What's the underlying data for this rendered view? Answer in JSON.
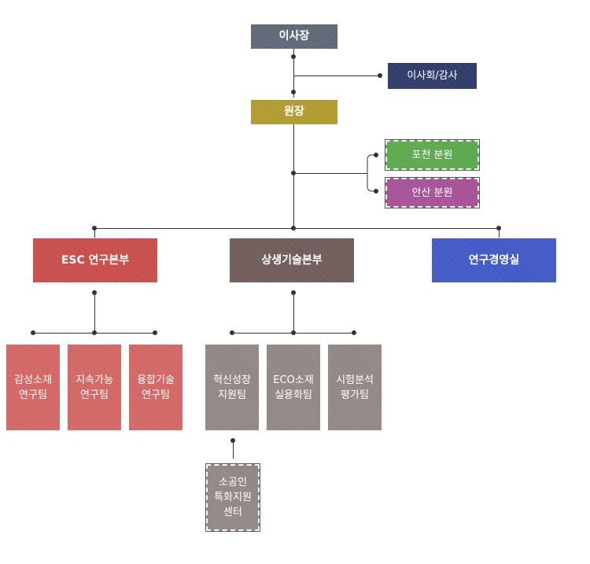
{
  "top": {
    "chairman": "이사장",
    "board": "이사회/감사",
    "president": "원장"
  },
  "branches": {
    "pohang": "포천 분원",
    "ansan": "안산 분원"
  },
  "divisions": {
    "esc": "ESC 연구본부",
    "sangsaeng": "상생기술본부",
    "management": "연구경영실"
  },
  "teams": {
    "esc": [
      "감성소재\n연구팀",
      "지속가능\n연구팀",
      "융합기술\n연구팀"
    ],
    "sangsaeng": [
      "혁신성장\n지원팀",
      "ECO소재\n실용화팀",
      "시험분석\n평가팀"
    ]
  },
  "center": "소공인\n특화지원\n센터",
  "colors": {
    "chairman": "#5c6474",
    "board": "#2a3766",
    "president": "#b0982a",
    "pohang": "#5aa64a",
    "ansan": "#a44e95",
    "esc": "#c84a48",
    "sangsaeng": "#6b5a58",
    "management": "#3e55c4",
    "esc_team": "#d16462",
    "sangsaeng_team": "#8f8583"
  }
}
